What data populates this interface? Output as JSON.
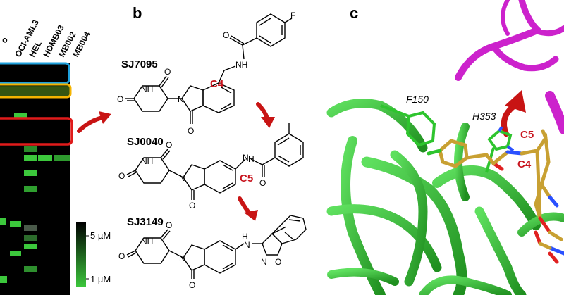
{
  "panel_a": {
    "cell_lines": [
      "OCI-AML3",
      "HEL",
      "HDMB03",
      "MB002",
      "MB004"
    ],
    "clipped_first_label": "o",
    "colorbar": {
      "top_label": "5 µM",
      "bottom_label": "1 µM",
      "top_color": "#000000",
      "bottom_color": "#3cc83c"
    },
    "highlight_colors": {
      "blue": "#1ea0dc",
      "orange": "#f5b400",
      "red": "#e01b1b"
    }
  },
  "panel_b": {
    "letter": "b",
    "compounds": [
      {
        "name": "SJ7095",
        "position": "C4",
        "substituent_atoms": [
          "NH",
          "O",
          "F"
        ]
      },
      {
        "name": "SJ0040",
        "position": "C5",
        "substituent_atoms": [
          "N",
          "H",
          "O"
        ]
      },
      {
        "name": "SJ3149",
        "substituent_atoms": [
          "H",
          "N",
          "N",
          "O"
        ]
      }
    ],
    "core_atoms": {
      "nh": "NH",
      "n": "N",
      "o": "O"
    },
    "arrow_color": "#c81414",
    "label_color": "#c8141e"
  },
  "panel_c": {
    "letter": "c",
    "residues": [
      "F150",
      "H353"
    ],
    "positions": [
      "C5",
      "C4"
    ],
    "protein_color": "#2ec42e",
    "partner_color": "#cc22cc",
    "ligand_color": "#c8a032",
    "arrow_color": "#c81414"
  }
}
